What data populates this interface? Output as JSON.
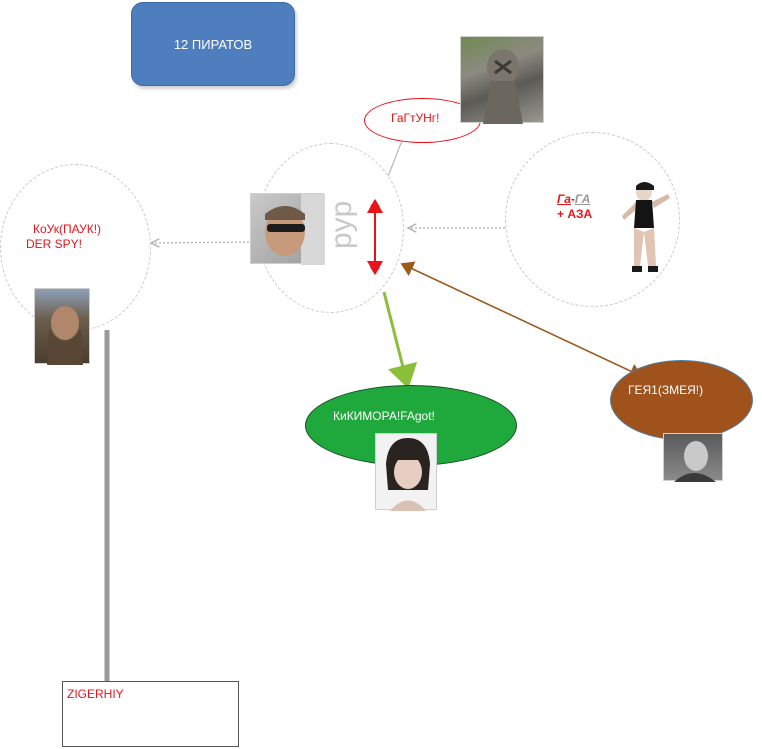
{
  "diagram": {
    "title": "12 ПИРАТОВ",
    "nodes": {
      "gagtung": {
        "label": "ГаГтУНг!"
      },
      "koyk": {
        "line1": "КоУк(ПАУК!)",
        "line2": "DER SPY!"
      },
      "pyp": {
        "label": "рyp"
      },
      "gaga": {
        "part1": "Га",
        "dash": "-",
        "part2": "ГА",
        "line2": "+ АЗА"
      },
      "kikimora": {
        "label": "КиКИМОРА!FAgot!"
      },
      "gey": {
        "label": "ГЕЯ1(ЗМЕЯ!)"
      },
      "zigerhiy": {
        "label": "ZIGERHIY"
      }
    },
    "colors": {
      "title_box": "#4f7ebf",
      "label_red": "#e8141a",
      "kikimora_fill": "#1fa83b",
      "gey_fill": "#a0521c",
      "arrow_green": "#8bbf3a",
      "arrow_brown": "#9b5a1e",
      "connector_gray": "#9a9a9a"
    }
  }
}
